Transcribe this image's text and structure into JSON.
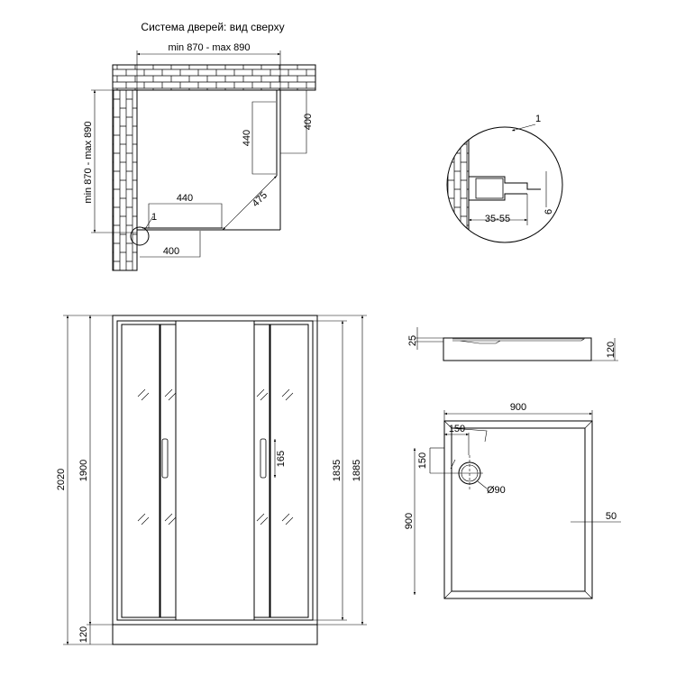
{
  "top_view": {
    "title": "Система дверей: вид сверху",
    "width_dim": "min 870 - max 890",
    "depth_dim": "min 870 - max 890",
    "door_front_440": "440",
    "door_side_440": "440",
    "fixed_front_400": "400",
    "fixed_side_400": "400",
    "diagonal_475": "475",
    "callout": "1"
  },
  "detail": {
    "callout": "1",
    "range_dim": "35-55",
    "gap_dim": "6"
  },
  "front_view": {
    "total_height": "2020",
    "enclosure_height": "1900",
    "base_height": "120",
    "door_height": "1835",
    "frame_height": "1885",
    "handle_dim": "165"
  },
  "tray_side": {
    "lip": "25",
    "height": "120"
  },
  "tray_top": {
    "width": "900",
    "depth": "900",
    "drain_x": "150",
    "drain_y": "150",
    "drain_diameter": "Ø90",
    "rim": "50"
  }
}
